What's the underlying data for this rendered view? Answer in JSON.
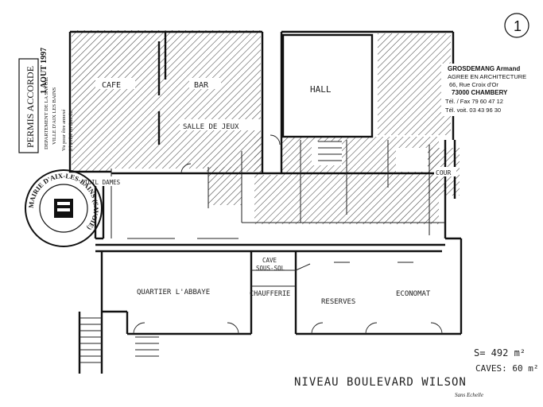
{
  "sheet_number": "1",
  "title": "NIVEAU BOULEVARD WILSON",
  "areas": {
    "s_label": "S= 492 m²",
    "caves_label": "CAVES: 60 m²"
  },
  "scale_note": "Sans Echelle",
  "permit_stamp": {
    "heading": "PERMIS ACCORDE",
    "line1": "DEPARTEMENT DE LA SAVOIE",
    "line2": "VILLE D'AIX LES BAINS",
    "line3": "Vu pour être annexé",
    "line4": "à l'arrêté en date du",
    "date": "1 AOUT 1997"
  },
  "seal": {
    "ring_text": "MAIRIE D'AIX-LES-BAINS (SAVOIE)"
  },
  "architect": {
    "name": "GROSDEMANG Armand",
    "title": "AGREE EN ARCHITECTURE",
    "street": "66, Rue Croix d'Or",
    "city": "73000 CHAMBERY",
    "phone": "Tél. / Fax 79 60 47 12",
    "mobile": "Tél. voit. 03 43 96 30"
  },
  "rooms": {
    "cafe": "CAFE",
    "bar": "BAR",
    "hall": "HALL",
    "salle_de_jeux": "SALLE DE JEUX",
    "toilettes": "TOIL DAMES",
    "cour": "COUR",
    "cave_sous_sol_1": "CAVE",
    "cave_sous_sol_2": "SOUS-SOL",
    "chaufferie": "CHAUFFERIE",
    "quartier": "QUARTIER L'ABBAYE",
    "reserves": "RESERVES",
    "economat": "ECONOMAT"
  }
}
